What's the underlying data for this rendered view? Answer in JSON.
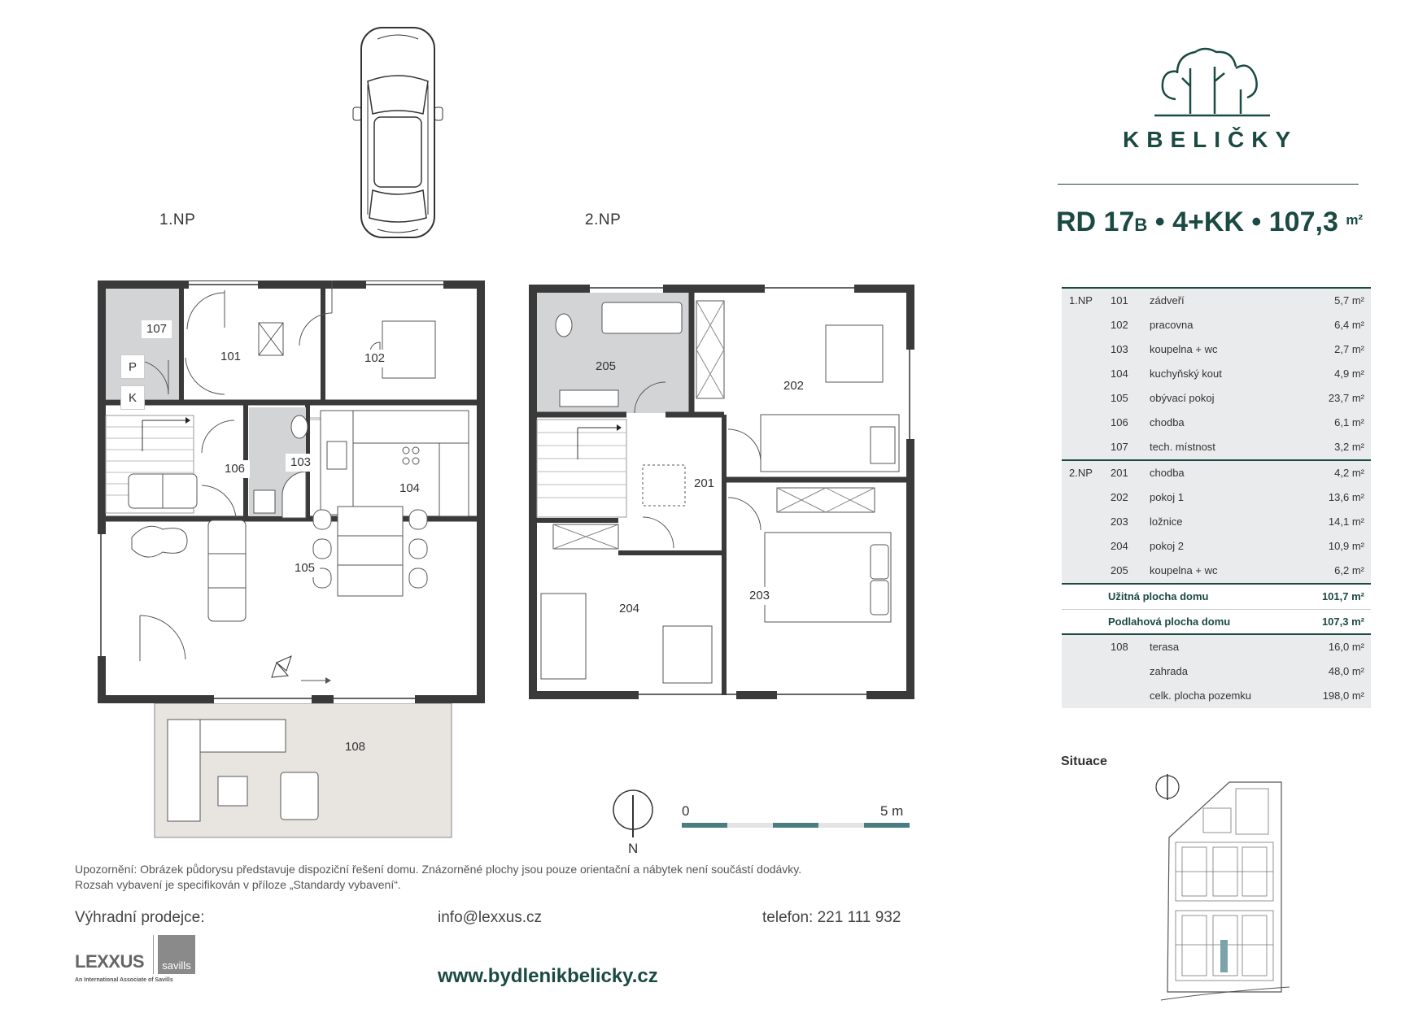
{
  "brand": {
    "name": "KBELIČKY"
  },
  "unit": {
    "code": "RD 17",
    "suffix": "B",
    "layout": "4+KK",
    "area": "107,3",
    "unit": "m²"
  },
  "floors": {
    "ground_label": "1.NP",
    "upper_label": "2.NP"
  },
  "rooms_1np": {
    "r107": "107",
    "r101": "101",
    "r102": "102",
    "p": "P",
    "k": "K",
    "r106": "106",
    "r103": "103",
    "r104": "104",
    "r105": "105",
    "r108": "108"
  },
  "rooms_2np": {
    "r205": "205",
    "r202": "202",
    "r201": "201",
    "r204": "204",
    "r203": "203"
  },
  "table": {
    "floor1": "1.NP",
    "rows1": [
      {
        "no": "101",
        "name": "zádveří",
        "area": "5,7 m²"
      },
      {
        "no": "102",
        "name": "pracovna",
        "area": "6,4 m²"
      },
      {
        "no": "103",
        "name": "koupelna + wc",
        "area": "2,7 m²"
      },
      {
        "no": "104",
        "name": "kuchyňský kout",
        "area": "4,9 m²"
      },
      {
        "no": "105",
        "name": "obývací pokoj",
        "area": "23,7 m²"
      },
      {
        "no": "106",
        "name": "chodba",
        "area": "6,1 m²"
      },
      {
        "no": "107",
        "name": "tech. místnost",
        "area": "3,2 m²"
      }
    ],
    "floor2": "2.NP",
    "rows2": [
      {
        "no": "201",
        "name": "chodba",
        "area": "4,2 m²"
      },
      {
        "no": "202",
        "name": "pokoj 1",
        "area": "13,6 m²"
      },
      {
        "no": "203",
        "name": "ložnice",
        "area": "14,1 m²"
      },
      {
        "no": "204",
        "name": "pokoj 2",
        "area": "10,9 m²"
      },
      {
        "no": "205",
        "name": "koupelna + wc",
        "area": "6,2 m²"
      }
    ],
    "sum_useful": {
      "label": "Užitná plocha domu",
      "area": "101,7 m²"
    },
    "sum_floor": {
      "label": "Podlahová plocha domu",
      "area": "107,3 m²"
    },
    "rows3": [
      {
        "no": "108",
        "name": "terasa",
        "area": "16,0 m²"
      },
      {
        "no": "",
        "name": "zahrada",
        "area": "48,0 m²"
      },
      {
        "no": "",
        "name": "celk. plocha pozemku",
        "area": "198,0 m²"
      }
    ]
  },
  "situace": {
    "label": "Situace"
  },
  "scale": {
    "start": "0",
    "end": "5 m",
    "north": "N"
  },
  "disclaimer": {
    "line1": "Upozornění: Obrázek půdorysu představuje dispoziční řešení domu. Znázorněné plochy jsou pouze orientační a nábytek není součástí dodávky.",
    "line2": "Rozsah vybavení je specifikován v příloze „Standardy vybavení“."
  },
  "contact": {
    "seller_label": "Výhradní prodejce:",
    "email": "info@lexxus.cz",
    "phone": "telefon: 221 111 932"
  },
  "logos": {
    "lexxus": "LEXXUS",
    "savills": "savills",
    "assoc": "An International Associate of Savills"
  },
  "website": "www.bydlenikbelicky.cz",
  "colors": {
    "brand": "#1a4a42",
    "wall": "#3a3a3a",
    "tile": "#d2d4d6",
    "terrace": "#e8e5e0",
    "table_bg": "#eaebec",
    "scale_accent": "#4a7d82"
  }
}
